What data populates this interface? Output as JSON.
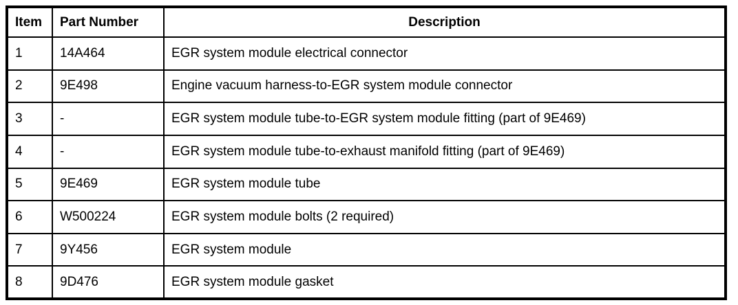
{
  "table": {
    "headers": {
      "item": "Item",
      "part_number": "Part Number",
      "description": "Description"
    },
    "rows": [
      {
        "item": "1",
        "part_number": "14A464",
        "description": "EGR system module electrical connector"
      },
      {
        "item": "2",
        "part_number": "9E498",
        "description": "Engine vacuum harness-to-EGR system module connector"
      },
      {
        "item": "3",
        "part_number": "-",
        "description": "EGR system module tube-to-EGR system module fitting (part of 9E469)"
      },
      {
        "item": "4",
        "part_number": "-",
        "description": "EGR system module tube-to-exhaust manifold fitting (part of 9E469)"
      },
      {
        "item": "5",
        "part_number": "9E469",
        "description": "EGR system module tube"
      },
      {
        "item": "6",
        "part_number": "W500224",
        "description": "EGR system module bolts (2 required)"
      },
      {
        "item": "7",
        "part_number": "9Y456",
        "description": "EGR system module"
      },
      {
        "item": "8",
        "part_number": "9D476",
        "description": "EGR system module gasket"
      }
    ],
    "colors": {
      "border": "#000000",
      "text": "#000000",
      "background": "#ffffff"
    }
  }
}
